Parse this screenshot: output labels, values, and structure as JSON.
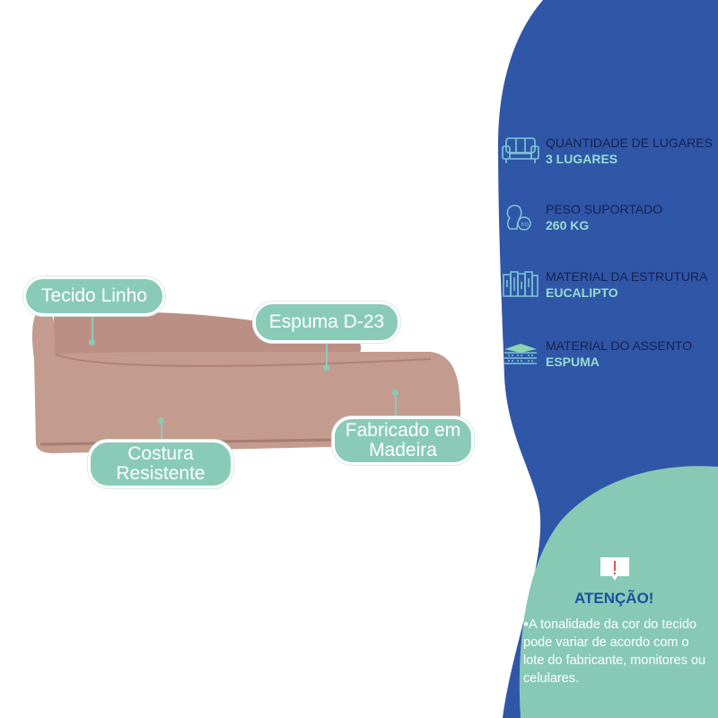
{
  "callouts": {
    "tecido": "Tecido Linho",
    "espuma": "Espuma D-23",
    "costura_1": "Costura",
    "costura_2": "Resistente",
    "madeira_1": "Fabricado em",
    "madeira_2": "Madeira"
  },
  "specs": [
    {
      "icon": "sofa-icon",
      "label": "QUANTIDADE DE LUGARES",
      "value": "3 LUGARES"
    },
    {
      "icon": "weight-person-icon",
      "label": "PESO SUPORTADO",
      "value": "260 KG"
    },
    {
      "icon": "wood-planks-icon",
      "label": "MATERIAL DA ESTRUTURA",
      "value": "EUCALIPTO"
    },
    {
      "icon": "foam-layers-icon",
      "label": "MATERIAL DO ASSENTO",
      "value": "ESPUMA"
    }
  ],
  "attention": {
    "icon": "alert-speech-icon",
    "title": "ATENÇÃO!",
    "text": "A tonalidade da cor do tecido pode variar de acordo com o lote do fabricante, monitores ou celulares."
  },
  "colors": {
    "blue": "#2f56a7",
    "mint": "#88c9b6",
    "sofa": "#c49b8f",
    "navy": "#17214f",
    "teal_text": "#97dccf"
  }
}
